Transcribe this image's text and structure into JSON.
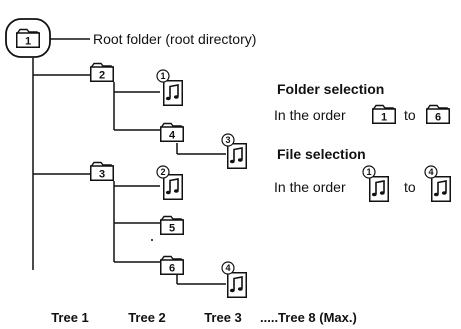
{
  "root": {
    "label": "Root folder (root directory)",
    "folder_number": "1"
  },
  "folders": [
    {
      "id": "folder-2",
      "number": "2"
    },
    {
      "id": "folder-3",
      "number": "3"
    },
    {
      "id": "folder-4",
      "number": "4"
    },
    {
      "id": "folder-5",
      "number": "5"
    },
    {
      "id": "folder-6",
      "number": "6"
    }
  ],
  "files": [
    {
      "id": "file-1",
      "number": "1"
    },
    {
      "id": "file-2",
      "number": "2"
    },
    {
      "id": "file-3",
      "number": "3"
    },
    {
      "id": "file-4",
      "number": "4"
    }
  ],
  "legend": {
    "folder_selection_title": "Folder selection",
    "folder_selection_prefix": "In the order",
    "folder_from": "1",
    "folder_to": "6",
    "file_selection_title": "File selection",
    "file_selection_prefix": "In the order",
    "file_from": "1",
    "file_to": "4",
    "connector": "to"
  },
  "trees": {
    "tree1": "Tree 1",
    "tree2": "Tree 2",
    "tree3": "Tree 3",
    "tree_max": ".....Tree 8 (Max.)"
  }
}
